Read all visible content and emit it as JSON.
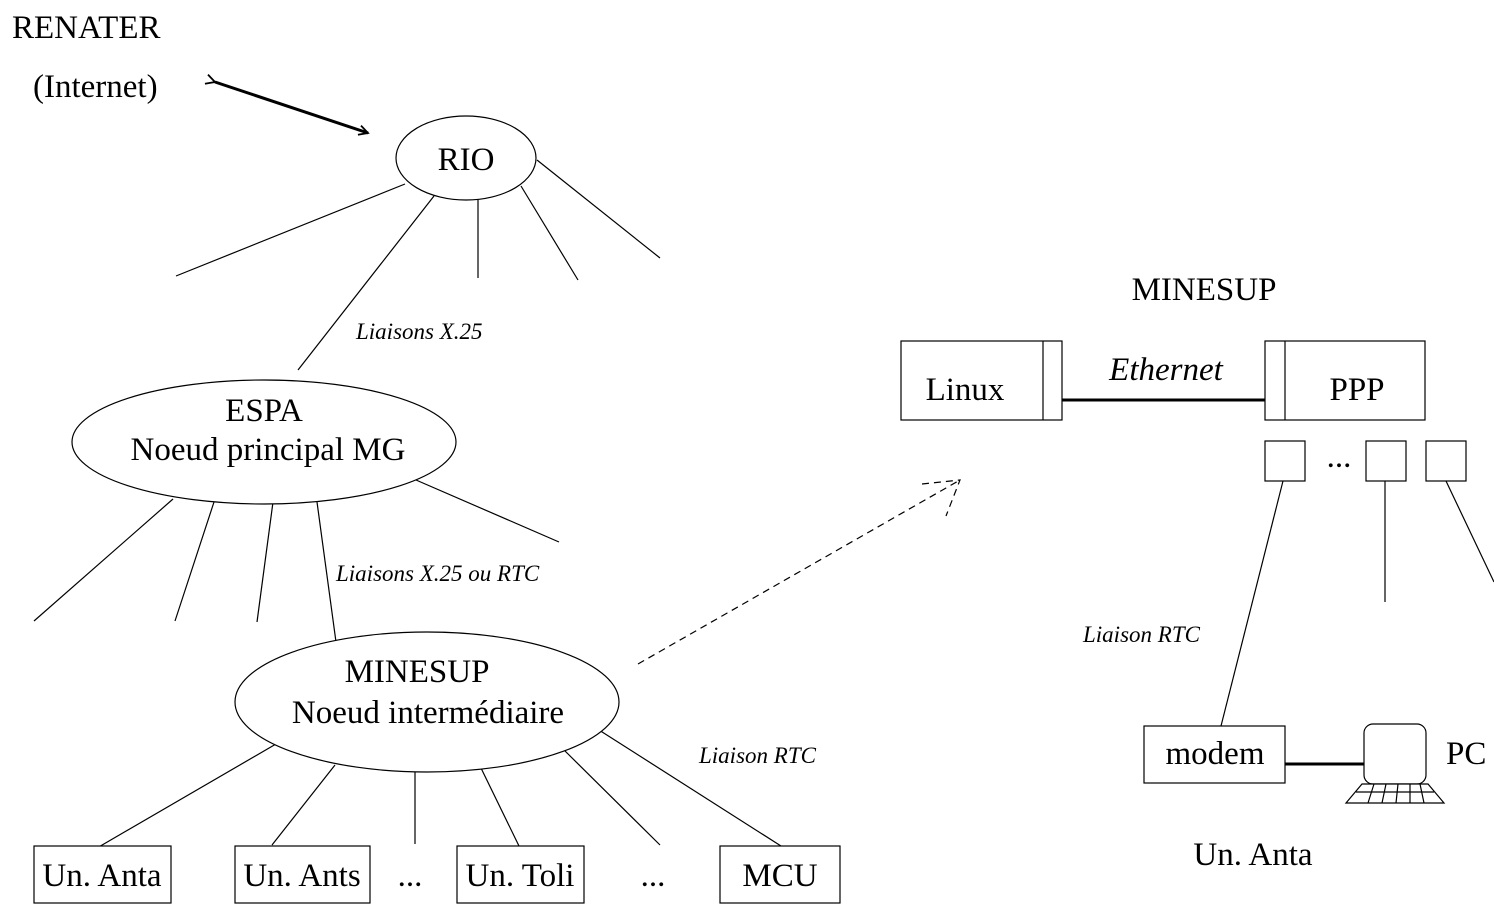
{
  "network": {
    "renater": "RENATER",
    "internet": "(Internet)",
    "rio": "RIO",
    "link_x25": "Liaisons X.25",
    "espa": {
      "line1": "ESPA",
      "line2": "Noeud principal MG"
    },
    "link_x25_rtc": "Liaisons X.25 ou RTC",
    "minesup_node": {
      "line1": "MINESUP",
      "line2": "Noeud intermédiaire"
    },
    "link_rtc": "Liaison RTC",
    "universities": [
      "Un. Anta",
      "Un. Ants",
      "...",
      "Un. Toli",
      "...",
      "MCU"
    ]
  },
  "detail": {
    "title": "MINESUP",
    "linux": "Linux",
    "ethernet": "Ethernet",
    "ppp": "PPP",
    "ports_ellipsis": "...",
    "link_rtc": "Liaison RTC",
    "modem": "modem",
    "pc": "PC",
    "site": "Un. Anta"
  }
}
